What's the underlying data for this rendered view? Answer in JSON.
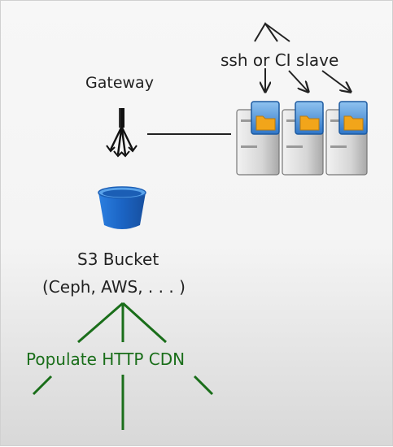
{
  "labels": {
    "ssh_ci": "ssh or CI slave",
    "gateway": "Gateway",
    "s3_bucket": "S3 Bucket",
    "s3_backends": "(Ceph, AWS, . . . )",
    "populate_http_cdn": "Populate HTTP CDN"
  },
  "colors": {
    "text": "#222222",
    "green": "#1a6e1a",
    "bucket": "#1f6fcf",
    "server_screen": "#4a90d9",
    "folder": "#f2a51a"
  },
  "icons": {
    "gateway": "gateway-fork-icon",
    "bucket": "s3-bucket-icon",
    "server": "server-tower-icon"
  }
}
